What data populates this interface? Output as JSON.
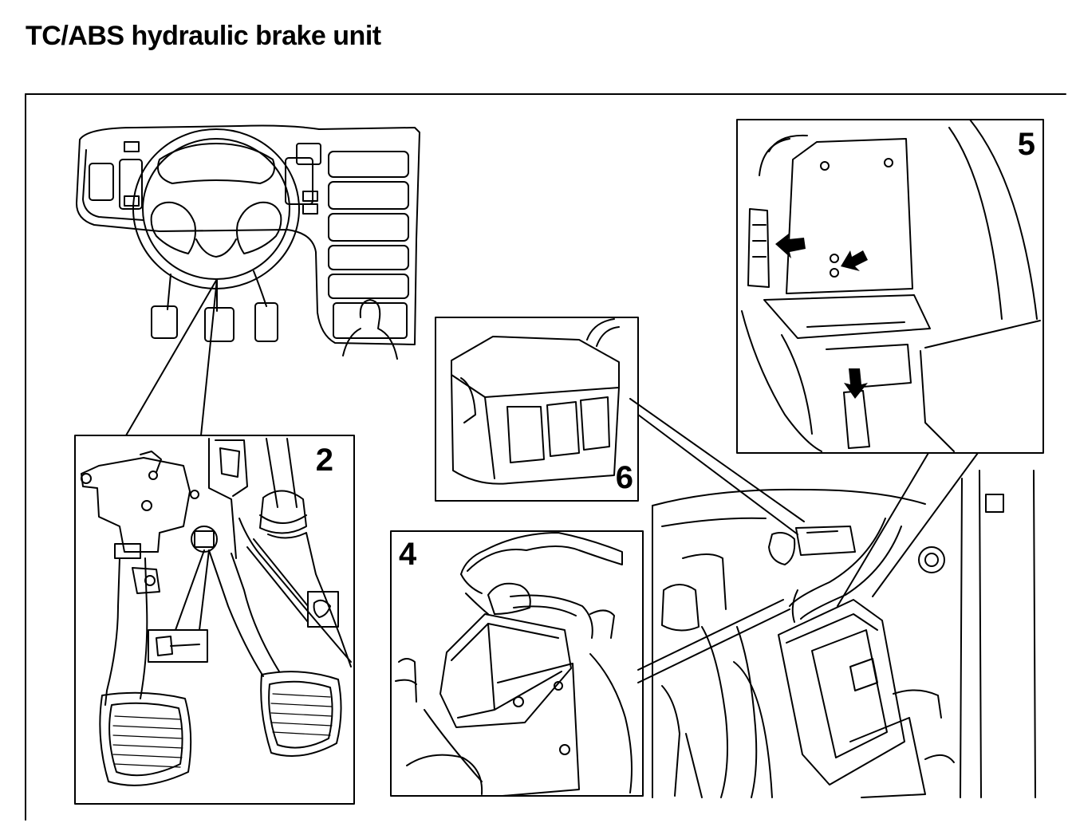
{
  "page": {
    "title": "TC/ABS hydraulic brake unit"
  },
  "panels": [
    {
      "id": "dashboard-overview",
      "number": ""
    },
    {
      "id": "pedal-detail",
      "number": "2"
    },
    {
      "id": "unit-removal",
      "number": "4"
    },
    {
      "id": "unit-mounting",
      "number": "5"
    },
    {
      "id": "connector-cover",
      "number": "6"
    }
  ]
}
